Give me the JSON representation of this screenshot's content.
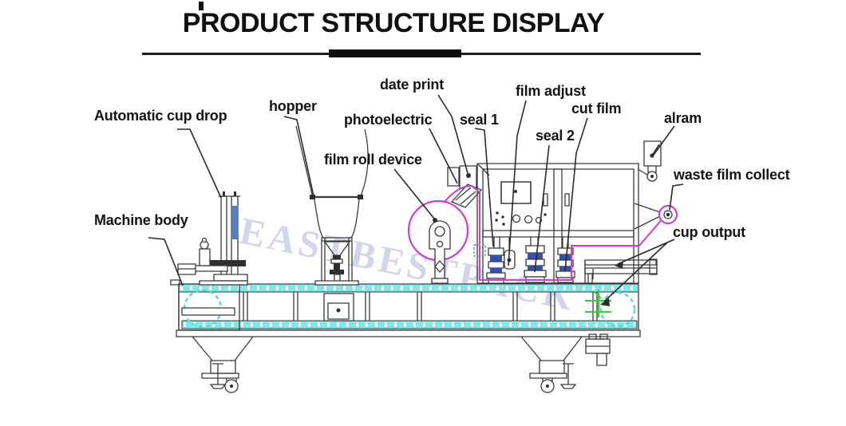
{
  "title": "PRODUCT STRUCTURE DISPLAY",
  "watermark": "EASTBESTPACK",
  "diagram": {
    "labels": [
      {
        "id": "automatic-cup-drop",
        "text": "Automatic cup drop"
      },
      {
        "id": "hopper",
        "text": "hopper"
      },
      {
        "id": "machine-body",
        "text": "Machine body"
      },
      {
        "id": "film-roll-device",
        "text": "film roll device"
      },
      {
        "id": "photoelectric",
        "text": "photoelectric"
      },
      {
        "id": "date-print",
        "text": "date print"
      },
      {
        "id": "seal-1",
        "text": "seal 1"
      },
      {
        "id": "film-adjust",
        "text": "film adjust"
      },
      {
        "id": "seal-2",
        "text": "seal 2"
      },
      {
        "id": "cut-film",
        "text": "cut film"
      },
      {
        "id": "alram",
        "text": "alram"
      },
      {
        "id": "waste-film-collect",
        "text": "waste film collect"
      },
      {
        "id": "cup-output",
        "text": "cup output"
      }
    ],
    "colors": {
      "conveyor_cyan": "#7ee9ec",
      "film_magenta": "#cf3fcf",
      "detail_blue": "#4a7fd4",
      "station_blue": "#3450b4",
      "cup_green": "#3ecc3e",
      "watermark_blue": "#7d8ccb",
      "ink": "#3a3a3a"
    }
  }
}
